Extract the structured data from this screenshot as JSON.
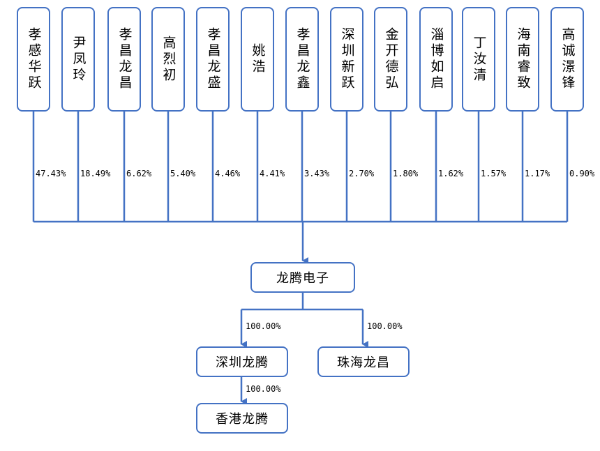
{
  "shareholders": [
    {
      "name": "孝感华跃",
      "pct": "47.43%"
    },
    {
      "name": "尹凤玲",
      "pct": "18.49%"
    },
    {
      "name": "孝昌龙昌",
      "pct": "6.62%"
    },
    {
      "name": "高烈初",
      "pct": "5.40%"
    },
    {
      "name": "孝昌龙盛",
      "pct": "4.46%"
    },
    {
      "name": "姚浩",
      "pct": "4.41%"
    },
    {
      "name": "孝昌龙鑫",
      "pct": "3.43%"
    },
    {
      "name": "深圳新跃",
      "pct": "2.70%"
    },
    {
      "name": "金开德弘",
      "pct": "1.80%"
    },
    {
      "name": "淄博如启",
      "pct": "1.62%"
    },
    {
      "name": "丁汝清",
      "pct": "1.57%"
    },
    {
      "name": "海南睿致",
      "pct": "1.17%"
    },
    {
      "name": "高诚澋锋",
      "pct": "0.90%"
    }
  ],
  "company": {
    "name": "龙腾电子"
  },
  "subsidiaries": {
    "shenzhen": {
      "name": "深圳龙腾",
      "pct": "100.00%"
    },
    "zhuhai": {
      "name": "珠海龙昌",
      "pct": "100.00%"
    },
    "hongkong": {
      "name": "香港龙腾",
      "pct": "100.00%"
    }
  },
  "colors": {
    "line": "#4472c4",
    "border": "#4472c4"
  }
}
